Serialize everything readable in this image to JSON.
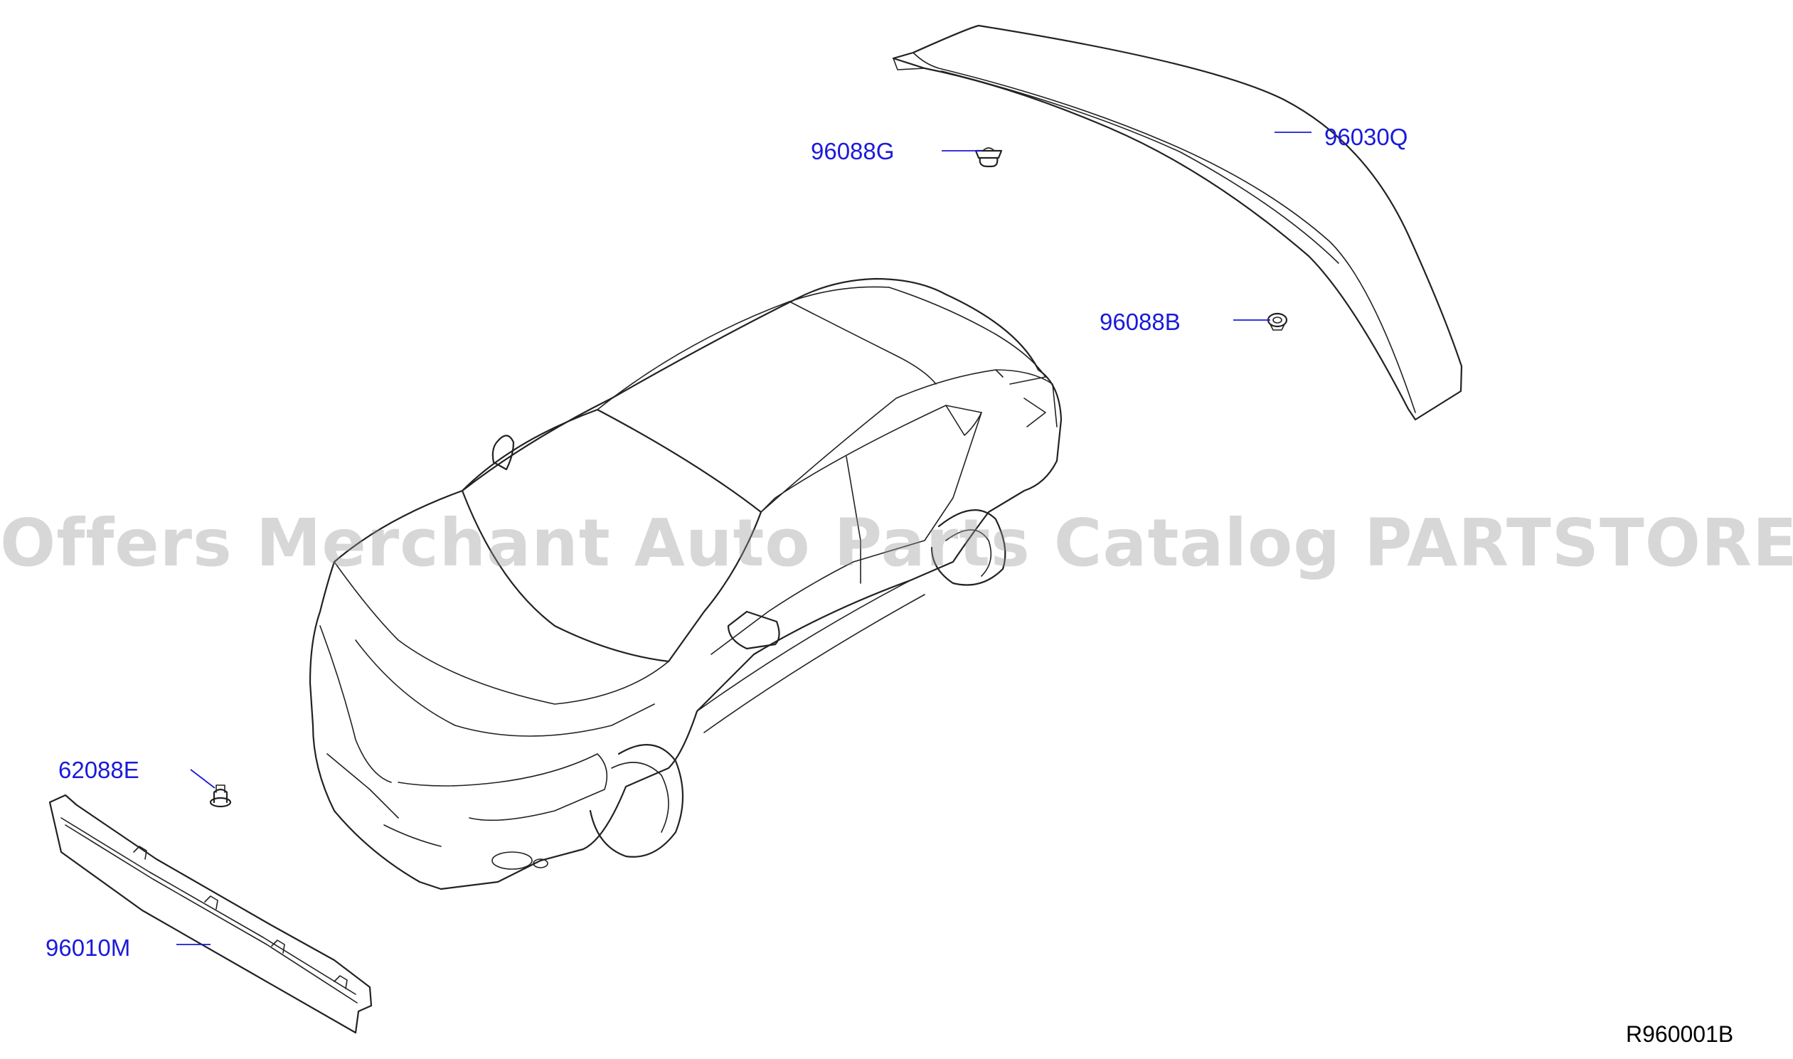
{
  "watermark": "Offers Merchant Auto Parts Catalog PARTSTORE.SA",
  "diagram_code": "R960001B",
  "colors": {
    "part_label": "#1a1adb",
    "line": "#222222",
    "watermark": "#969696"
  },
  "parts": {
    "spoiler": {
      "number": "96030Q"
    },
    "clip_g": {
      "number": "96088G"
    },
    "clip_b": {
      "number": "96088B"
    },
    "grommet": {
      "number": "62088E"
    },
    "front_spoiler": {
      "number": "96010M"
    }
  }
}
